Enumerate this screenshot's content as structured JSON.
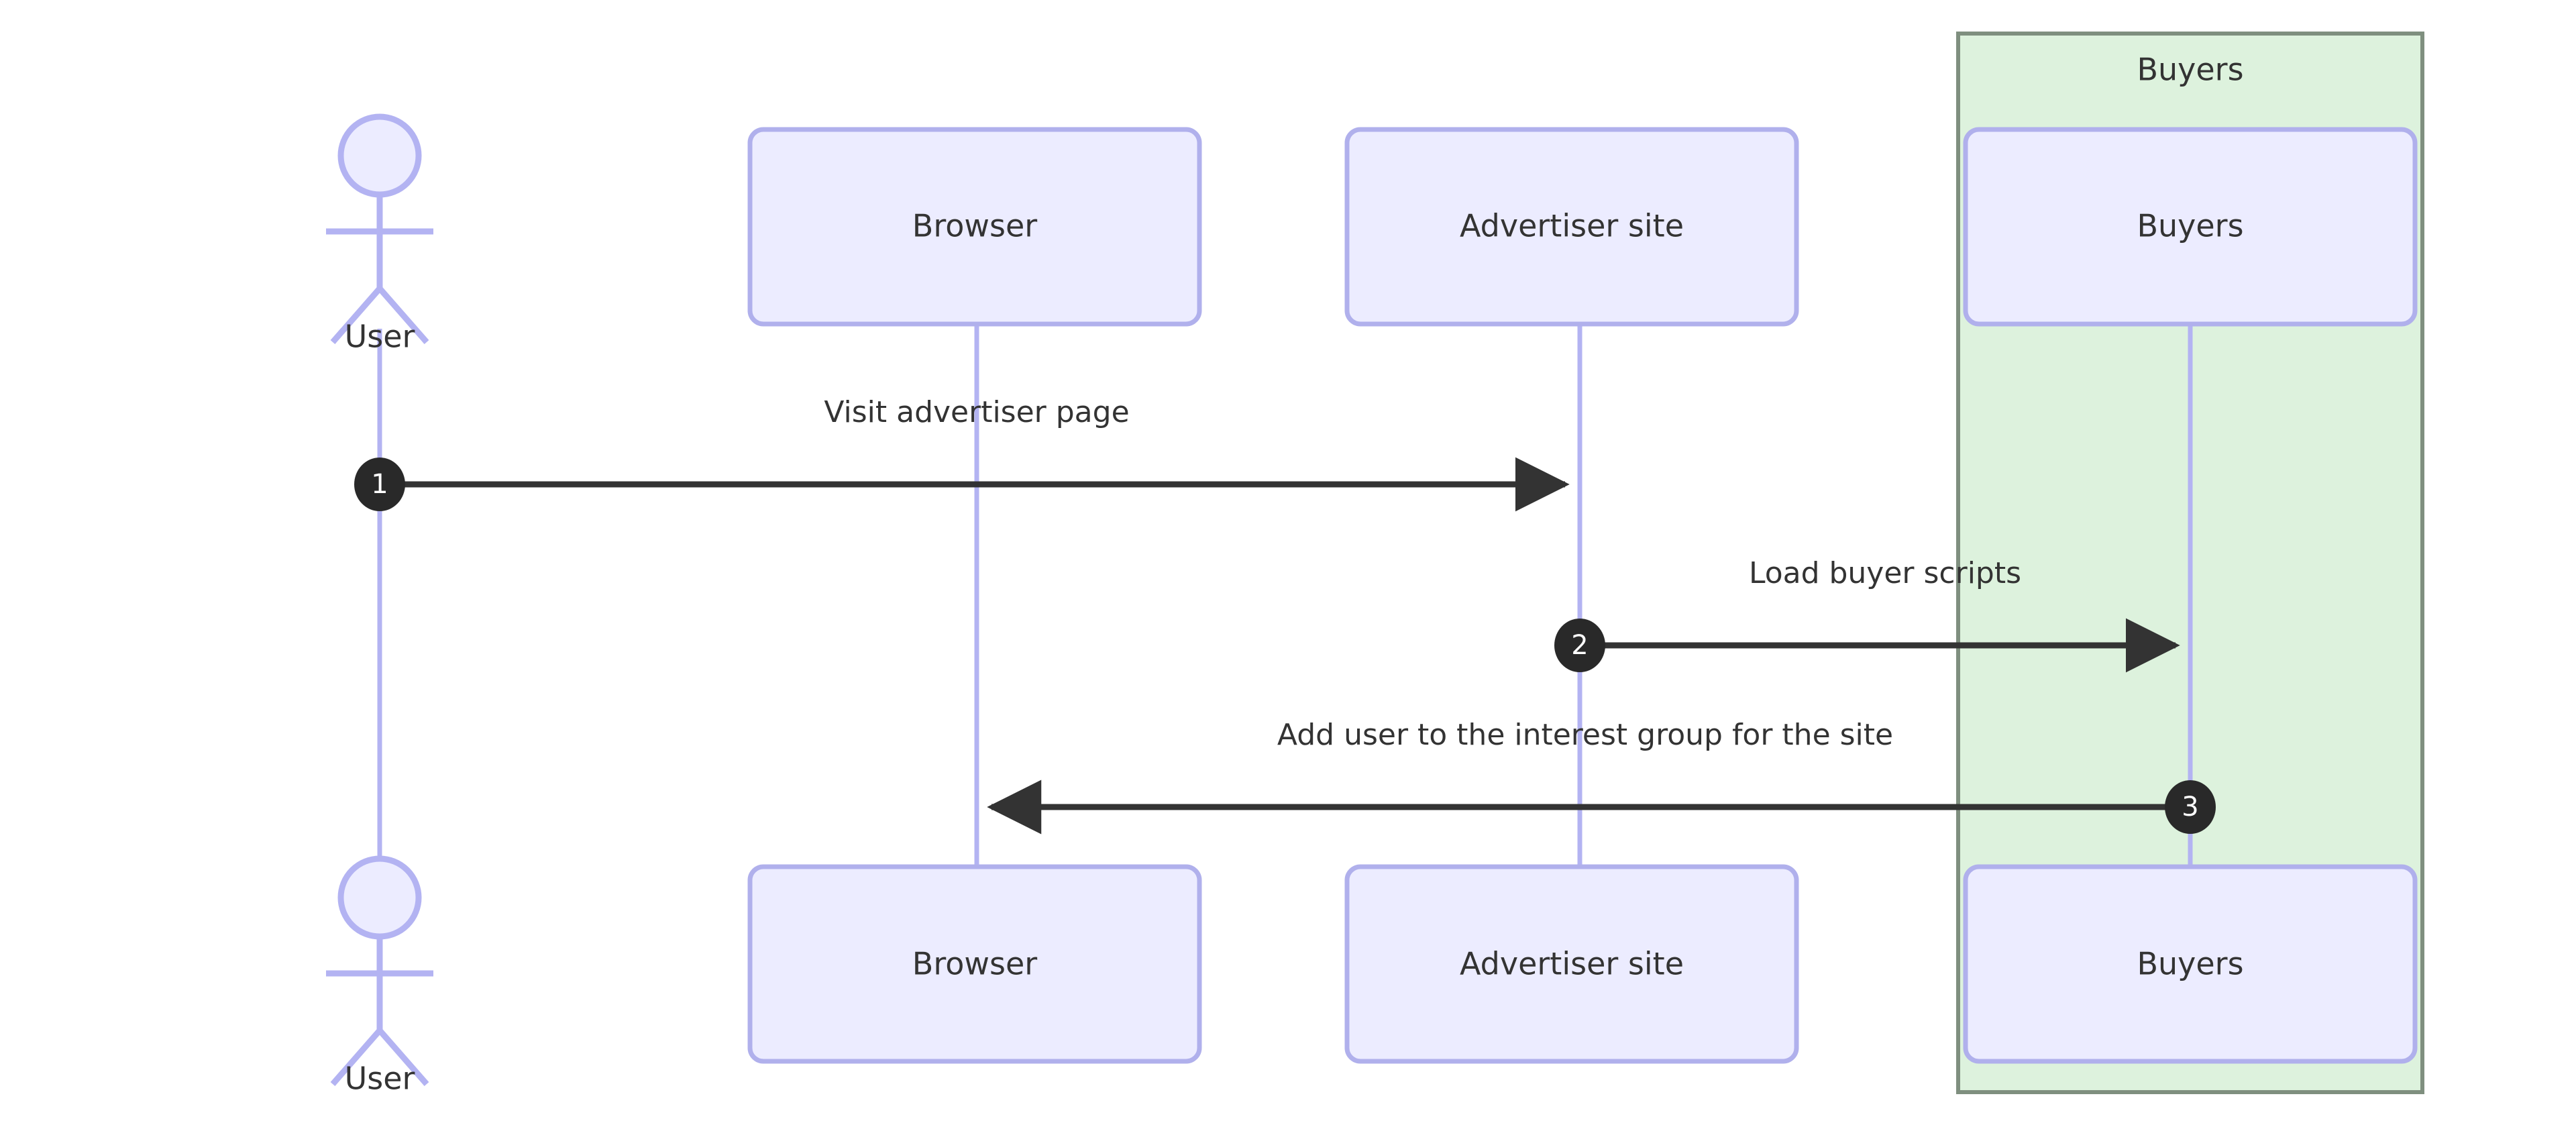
{
  "diagram": {
    "type": "sequence-diagram",
    "colors": {
      "participant_fill": "#ececff",
      "participant_stroke": "#b0b0ec",
      "lifeline_stroke": "#b3b3f2",
      "group_fill": "#ddf2dd",
      "group_stroke": "#7f8f7f",
      "message_stroke": "#333333",
      "sequence_badge_fill": "#292929",
      "sequence_badge_text": "#ffffff",
      "text": "#333333",
      "background": "#ffffff"
    },
    "actors": [
      {
        "id": "user",
        "label": "User",
        "kind": "actor",
        "top_label": "User",
        "bottom_label": "User"
      }
    ],
    "participants": [
      {
        "id": "browser",
        "label": "Browser",
        "kind": "box",
        "top_label": "Browser",
        "bottom_label": "Browser"
      },
      {
        "id": "advertiser",
        "label": "Advertiser site",
        "kind": "box",
        "top_label": "Advertiser site",
        "bottom_label": "Advertiser site"
      },
      {
        "id": "buyers",
        "label": "Buyers",
        "kind": "box",
        "top_label": "Buyers",
        "bottom_label": "Buyers"
      }
    ],
    "groups": [
      {
        "id": "buyers-group",
        "label": "Buyers",
        "members": [
          "buyers"
        ]
      }
    ],
    "messages": [
      {
        "number": "1",
        "label": "Visit advertiser page",
        "from": "user",
        "to": "advertiser",
        "direction": "right",
        "arrow": "solid"
      },
      {
        "number": "2",
        "label": "Load buyer scripts",
        "from": "advertiser",
        "to": "buyers",
        "direction": "right",
        "arrow": "solid"
      },
      {
        "number": "3",
        "label": "Add user to the interest group for the site",
        "from": "buyers",
        "to": "browser",
        "direction": "left",
        "arrow": "solid"
      }
    ]
  }
}
